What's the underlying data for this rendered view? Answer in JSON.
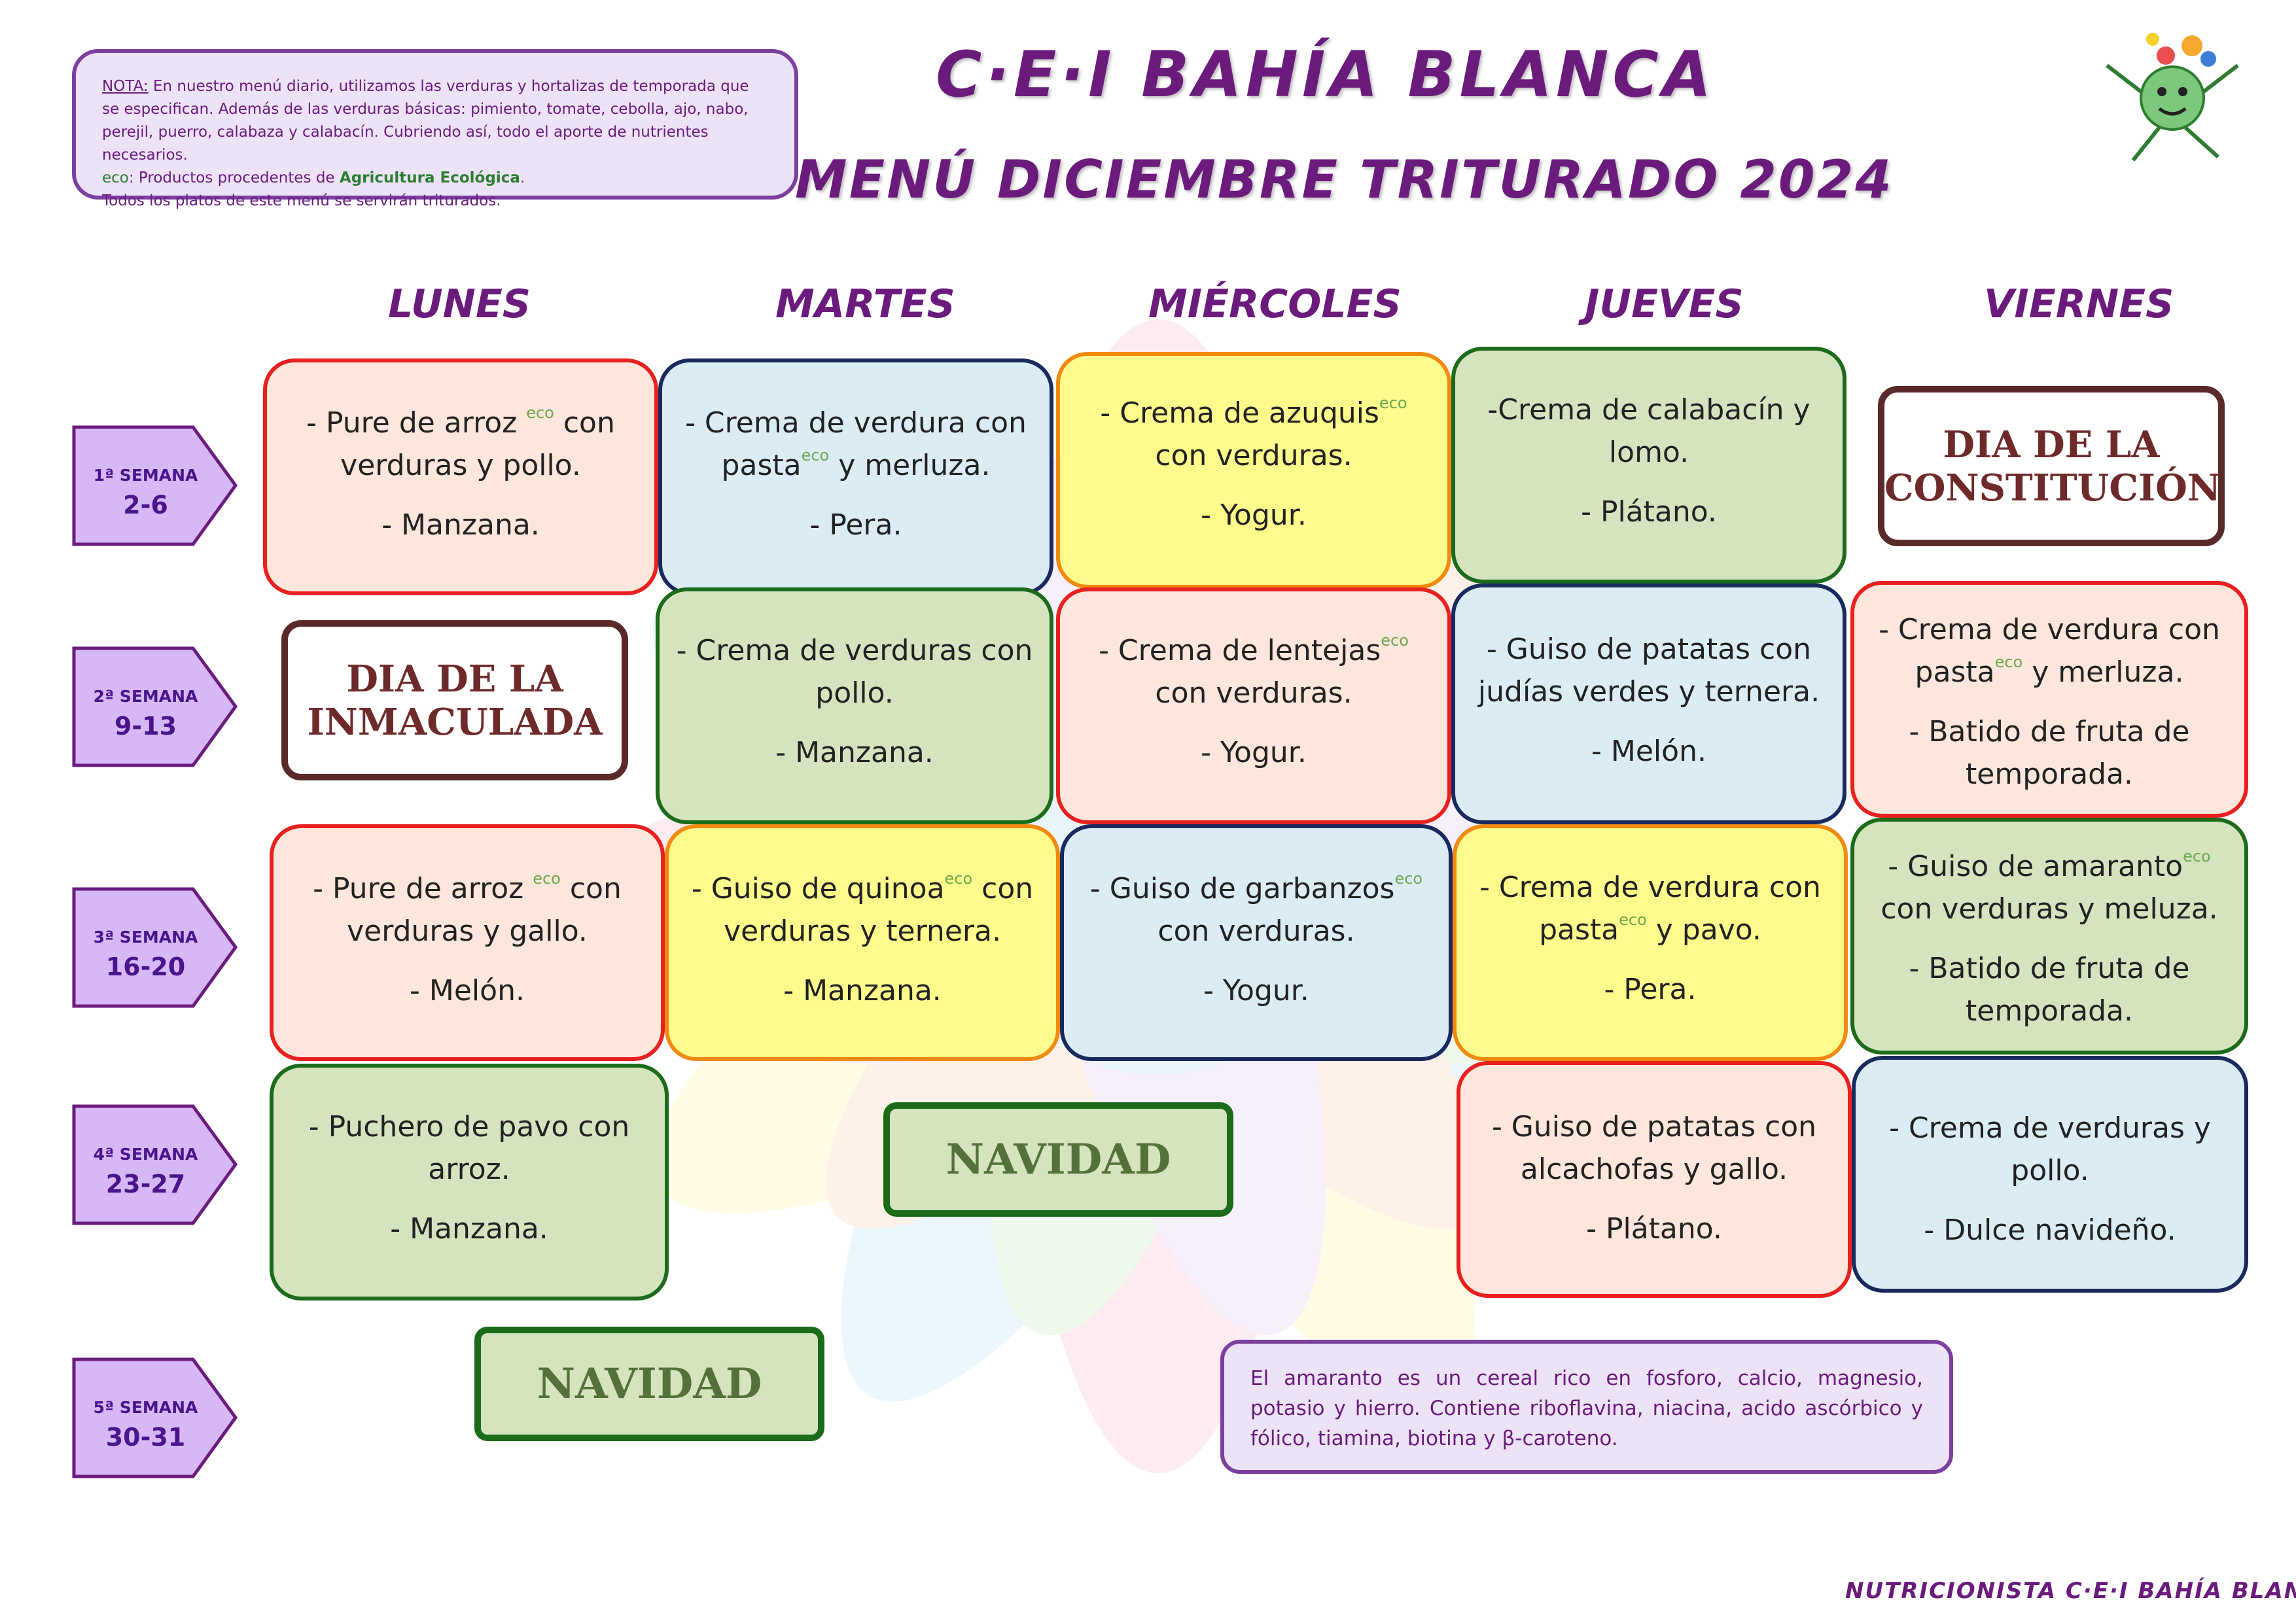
{
  "header": {
    "title": "C·E·I BAHÍA BLANCA",
    "subtitle": "MENÚ DICIEMBRE TRITURADO 2024"
  },
  "note": {
    "nota_label": "NOTA:",
    "line1": " En nuestro menú diario, utilizamos las verduras y hortalizas de temporada que se especifican. Además de las verduras básicas: pimiento, tomate, cebolla, ajo, nabo, perejil, puerro, calabaza y calabacín. Cubriendo así, todo el aporte de nutrientes necesarios.",
    "eco_label": "eco",
    "eco_text_a": ": Productos procedentes de ",
    "eco_text_b": "Agricultura Ecológica",
    "eco_text_c": ".",
    "line3": "Todos los platos de este menú se servirán triturados."
  },
  "days": [
    "LUNES",
    "MARTES",
    "MIÉRCOLES",
    "JUEVES",
    "VIERNES"
  ],
  "weeks": [
    {
      "name": "1ª SEMANA",
      "dates": "2-6"
    },
    {
      "name": "2ª SEMANA",
      "dates": "9-13"
    },
    {
      "name": "3ª SEMANA",
      "dates": "16-20"
    },
    {
      "name": "4ª SEMANA",
      "dates": "23-27"
    },
    {
      "name": "5ª SEMANA",
      "dates": "30-31"
    }
  ],
  "eco": "eco",
  "menu": {
    "w1_mon": {
      "a": "- Pure de arroz ",
      "b": " con",
      "c": "verduras y pollo.",
      "fruit": "- Manzana."
    },
    "w1_tue": {
      "a": "- Crema de verdura con",
      "b": "pasta",
      "c": " y merluza.",
      "fruit": "- Pera."
    },
    "w1_wed": {
      "a": "- Crema de azuquis",
      "b": "con verduras.",
      "fruit": "- Yogur."
    },
    "w1_thu": {
      "a": "-Crema de calabacín y",
      "b": "lomo.",
      "fruit": "- Plátano."
    },
    "w1_fri": {
      "l1": "DIA DE LA",
      "l2": "CONSTITUCIÓN"
    },
    "w2_mon": {
      "l1": "DIA DE LA",
      "l2": "INMACULADA"
    },
    "w2_tue": {
      "a": "- Crema de verduras con",
      "b": "pollo.",
      "fruit": "- Manzana."
    },
    "w2_wed": {
      "a": "- Crema de lentejas",
      "b": "con verduras.",
      "fruit": "- Yogur."
    },
    "w2_thu": {
      "a": "- Guiso de patatas con",
      "b": "judías verdes y ternera.",
      "fruit": "- Melón."
    },
    "w2_fri": {
      "a": "- Crema de verdura con",
      "b": "pasta",
      "c": " y merluza.",
      "fruit1": "- Batido de fruta de",
      "fruit2": "temporada."
    },
    "w3_mon": {
      "a": "- Pure de arroz ",
      "b": " con",
      "c": "verduras y gallo.",
      "fruit": "- Melón."
    },
    "w3_tue": {
      "a": "- Guiso de quinoa",
      "b": " con",
      "c": "verduras y ternera.",
      "fruit": "- Manzana."
    },
    "w3_wed": {
      "a": "- Guiso de garbanzos",
      "b": "con verduras.",
      "fruit": "- Yogur."
    },
    "w3_thu": {
      "a": "- Crema de verdura con",
      "b": "pasta",
      "c": " y pavo.",
      "fruit": "- Pera."
    },
    "w3_fri": {
      "a": "- Guiso de amaranto",
      "b": "con verduras y meluza.",
      "fruit1": "- Batido de fruta de",
      "fruit2": "temporada."
    },
    "w4_mon": {
      "a": "- Puchero de pavo con",
      "b": "arroz.",
      "fruit": "- Manzana."
    },
    "w4_navidad": "NAVIDAD",
    "w4_thu": {
      "a": "- Guiso de patatas con",
      "b": "alcachofas y gallo.",
      "fruit": "- Plátano."
    },
    "w4_fri": {
      "a": "- Crema de verduras y",
      "b": "pollo.",
      "fruit": "- Dulce navideño."
    },
    "w5_navidad": "NAVIDAD"
  },
  "amaranto_note": "El amaranto es un cereal rico en fosforo, calcio, magnesio, potasio y hierro. Contiene riboflavina, niacina, acido ascórbico y fólico, tiamina, biotina y β-caroteno.",
  "footer": "NUTRICIONISTA C·E·I BAHÍA BLANCA"
}
